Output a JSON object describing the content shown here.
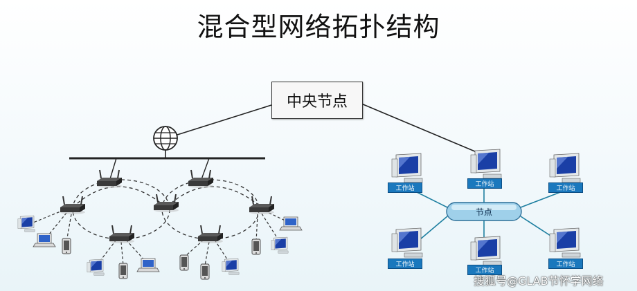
{
  "title": "混合型网络拓扑结构",
  "central_node": "中央节点",
  "hub_label": "节点",
  "workstation_label": "工作站",
  "watermark": "搜狐号@GLAB节怀学网络",
  "icons": {
    "globe": "globe-icon",
    "router": "router-icon",
    "pc": "desktop-computer-icon",
    "laptop": "laptop-icon",
    "phone": "phone-icon"
  }
}
